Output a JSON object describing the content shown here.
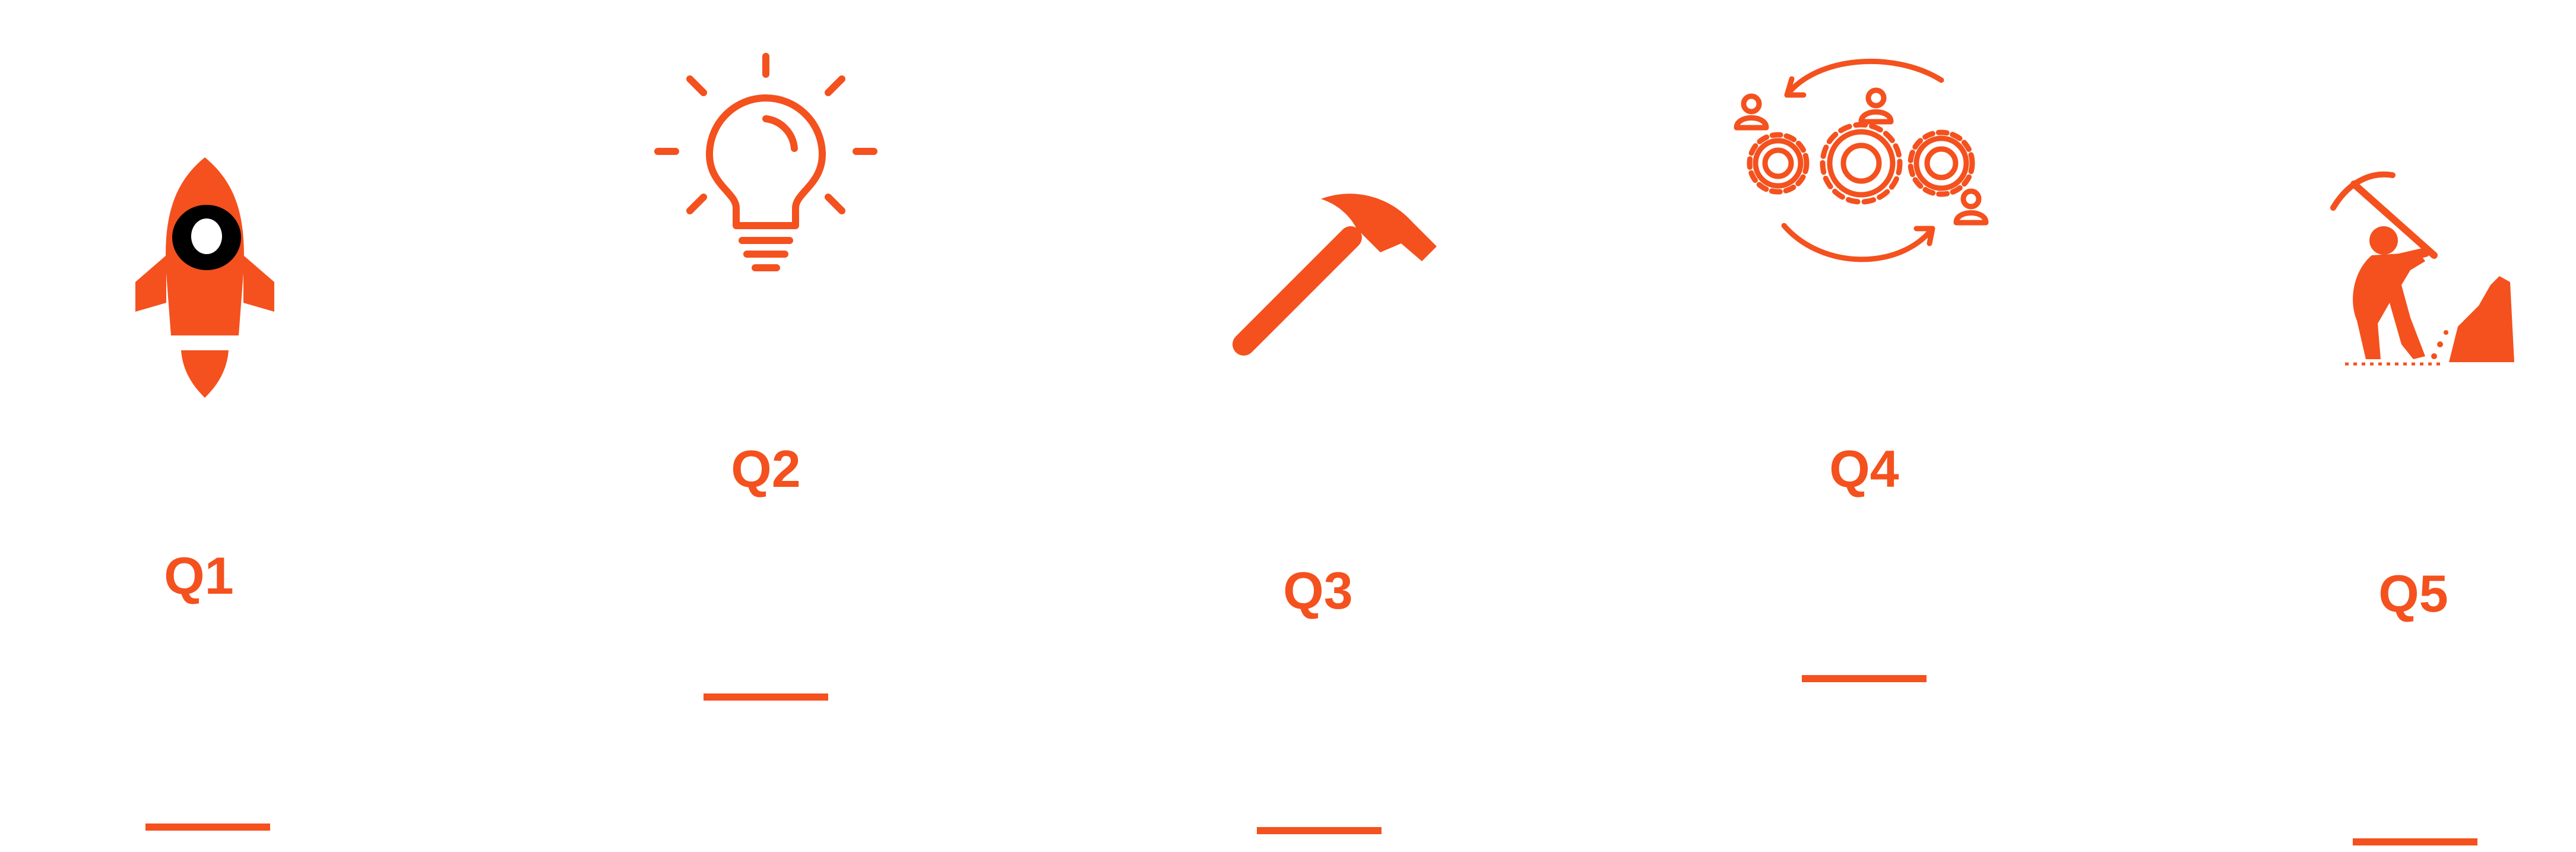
{
  "accent_color": "#f4511e",
  "items": [
    {
      "label": "Q1",
      "icon": "rocket-icon"
    },
    {
      "label": "Q2",
      "icon": "lightbulb-icon"
    },
    {
      "label": "Q3",
      "icon": "hammer-icon"
    },
    {
      "label": "Q4",
      "icon": "gears-people-cycle-icon"
    },
    {
      "label": "Q5",
      "icon": "miner-pickaxe-icon"
    }
  ]
}
